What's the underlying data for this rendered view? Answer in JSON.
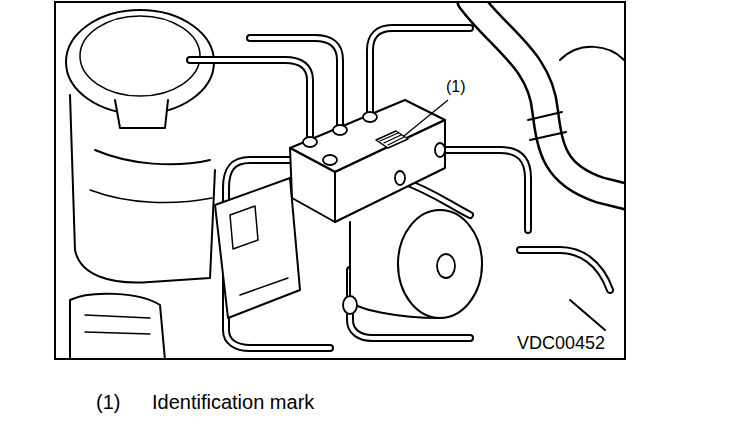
{
  "diagram": {
    "labels": [
      "(1)",
      "VDC00452",
      "(1)",
      "Identification mark"
    ]
  }
}
